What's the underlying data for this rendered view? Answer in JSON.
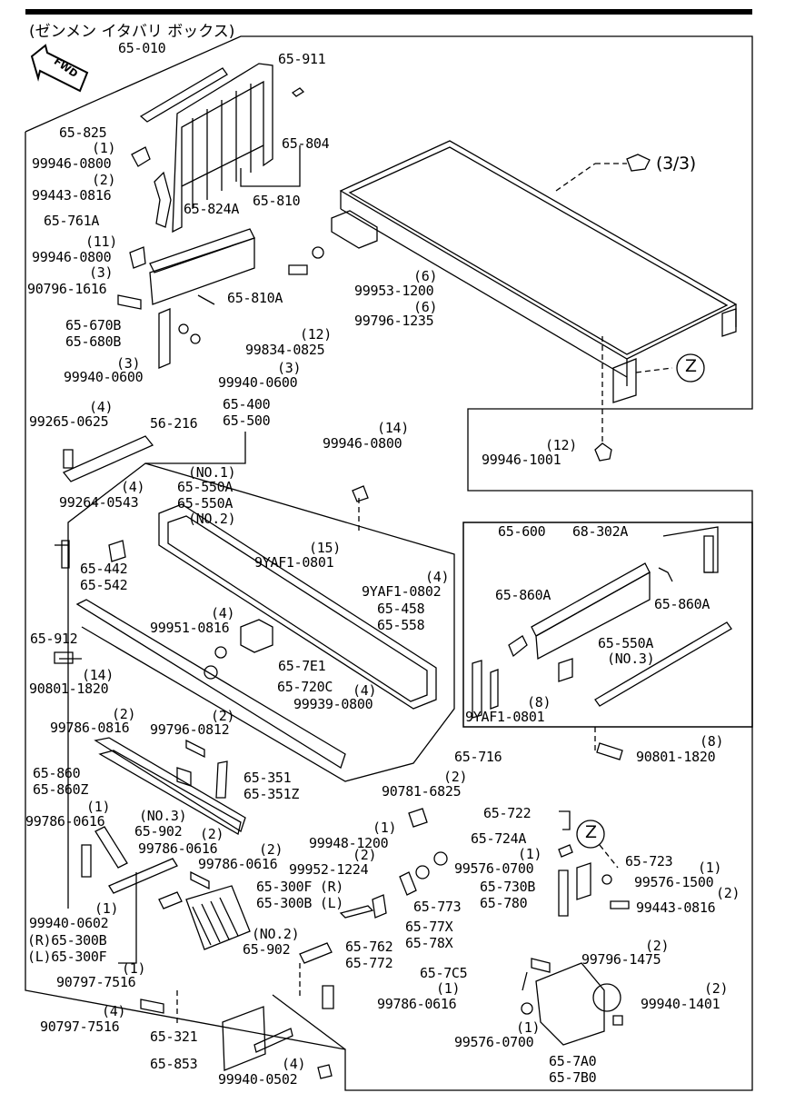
{
  "title": "(ゼンメン イタバリ ボックス)",
  "fwd": "FWD",
  "page_ref": "(3/3)",
  "zone_z": "Z",
  "labels": {
    "p65010": "65-010",
    "p65911": "65-911",
    "p65825": "65-825",
    "q1a": "(1)",
    "p99946_0800a": "99946-0800",
    "q2a": "(2)",
    "p99443_0816a": "99443-0816",
    "p65761A": "65-761A",
    "p65824A": "65-824A",
    "p65804": "65-804",
    "p65810": "65-810",
    "q11": "(11)",
    "p99946_0800b": "99946-0800",
    "q3a": "(3)",
    "p90796_1616": "90796-1616",
    "p65810A": "65-810A",
    "q6a": "(6)",
    "p99953_1200": "99953-1200",
    "q6b": "(6)",
    "p99796_1235": "99796-1235",
    "p65670B": "65-670B",
    "p65680B": "65-680B",
    "q12a": "(12)",
    "p99834_0825": "99834-0825",
    "q3b": "(3)",
    "p99940_0600a": "99940-0600",
    "q3c": "(3)",
    "p99940_0600b": "99940-0600",
    "p65400": "65-400",
    "p65500": "65-500",
    "q4a": "(4)",
    "p99265_0625": "99265-0625",
    "p56216": "56-216",
    "q14a": "(14)",
    "p99946_0800c": "99946-0800",
    "q12b": "(12)",
    "p99946_1001": "99946-1001",
    "q4b": "(4)",
    "no1": "(NO.1)",
    "p65550Aa": "65-550A",
    "p65550Ab": "65-550A",
    "p99264_0543": "99264-0543",
    "no2": "(NO.2)",
    "q15": "(15)",
    "p9YAF1_0801a": "9YAF1-0801",
    "p65442": "65-442",
    "p65542": "65-542",
    "p9YAF1_0802": "9YAF1-0802",
    "q4c": "(4)",
    "p65458": "65-458",
    "p65558": "65-558",
    "p65600": "65-600",
    "p68302A": "68-302A",
    "p65860Aa": "65-860A",
    "p65860Ab": "65-860A",
    "p65550Ac": "65-550A",
    "no3": "(NO.3)",
    "q8a": "(8)",
    "p9YAF1_0801b": "9YAF1-0801",
    "q4d": "(4)",
    "p99951_0816": "99951-0816",
    "p65912": "65-912",
    "p657E1": "65-7E1",
    "p65720C": "65-720C",
    "q4e": "(4)",
    "p99939_0800": "99939-0800",
    "q14b": "(14)",
    "p90801_1820a": "90801-1820",
    "q8b": "(8)",
    "p90801_1820b": "90801-1820",
    "q2b": "(2)",
    "p99786_0816": "99786-0816",
    "q2c": "(2)",
    "p99796_0812": "99796-0812",
    "p65716": "65-716",
    "p65860": "65-860",
    "p65860Z": "65-860Z",
    "p65351": "65-351",
    "p65351Z": "65-351Z",
    "q2d": "(2)",
    "p90781_6825": "90781-6825",
    "q1b": "(1)",
    "p99786_0616a": "99786-0616",
    "no3b": "(NO.3)",
    "p65902a": "65-902",
    "q2e": "(2)",
    "p99786_0616b": "99786-0616",
    "q2f": "(2)",
    "p99786_0616c": "99786-0616",
    "p65300F_R": "65-300F (R)",
    "p65300B_L": "65-300B (L)",
    "q1c": "(1)",
    "p99948_1200": "99948-1200",
    "q2g": "(2)",
    "p99952_1224": "99952-1224",
    "p65773": "65-773",
    "p6577X": "65-77X",
    "p6578X": "65-78X",
    "p65722": "65-722",
    "p65724A": "65-724A",
    "q1d": "(1)",
    "p99576_0700a": "99576-0700",
    "p65723": "65-723",
    "q1e": "(1)",
    "p99576_1500": "99576-1500",
    "p65730B": "65-730B",
    "p65780": "65-780",
    "q2h": "(2)",
    "p99443_0816b": "99443-0816",
    "q1f": "(1)",
    "p99940_0602": "99940-0602",
    "p65300B_R": "(R)65-300B",
    "p65300F_L": "(L)65-300F",
    "q1g": "(1)",
    "p90797_7516a": "90797-7516",
    "no2b": "(NO.2)",
    "p65902b": "65-902",
    "p65762": "65-762",
    "p65772": "65-772",
    "q2i": "(2)",
    "p99796_1475": "99796-1475",
    "p657C5": "65-7C5",
    "q1h": "(1)",
    "p99786_0616d": "99786-0616",
    "q2j": "(2)",
    "p99940_1401": "99940-1401",
    "q4f": "(4)",
    "p90797_7516b": "90797-7516",
    "p65321": "65-321",
    "p65853": "65-853",
    "q1i": "(1)",
    "p99576_0700b": "99576-0700",
    "p657A0": "65-7A0",
    "p657B0": "65-7B0",
    "q4g": "(4)",
    "p99940_0502": "99940-0502"
  }
}
